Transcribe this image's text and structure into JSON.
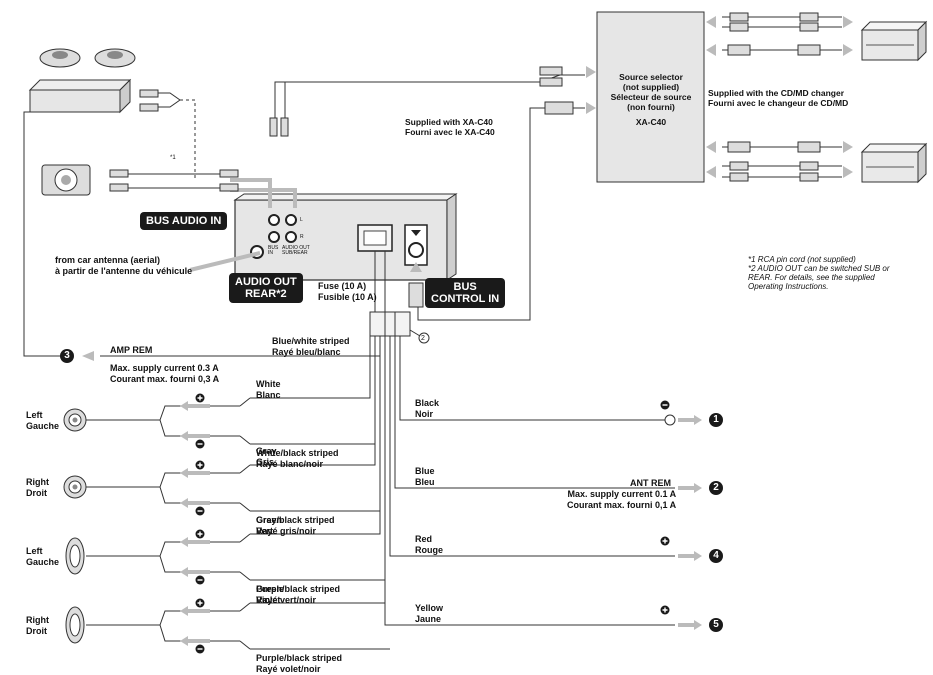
{
  "labels": {
    "source_selector": [
      "Source selector",
      "(not supplied)",
      "Sélecteur de source",
      "(non fourni)",
      "XA-C40"
    ],
    "supplied_xac40": [
      "Supplied with XA-C40",
      "Fourni avec le XA-C40"
    ],
    "supplied_cdmd": [
      "Supplied with the CD/MD changer",
      "Fourni avec le changeur de CD/MD"
    ],
    "bus_audio_in": "BUS AUDIO IN",
    "audio_out_rear": "AUDIO OUT",
    "audio_out_rear2": "REAR*2",
    "bus_control_in": [
      "BUS",
      "CONTROL IN"
    ],
    "antenna": [
      "from car antenna (aerial)",
      "à partir de l'antenne du véhicule"
    ],
    "fuse": [
      "Fuse (10 A)",
      "Fusible (10 A)"
    ],
    "amp_rem": "AMP REM",
    "amp_rem_current": [
      "Max. supply current 0.3 A",
      "Courant max. fourni 0,3 A"
    ],
    "blue_white": [
      "Blue/white striped",
      "Rayé bleu/blanc"
    ],
    "ant_rem": "ANT REM",
    "ant_rem_current": [
      "Max. supply current 0.1 A",
      "Courant max. fourni 0,1 A"
    ],
    "connector_num": "2",
    "footnote_mark1": "*1",
    "jack_l": "L",
    "jack_r": "R",
    "sub_in": [
      "BUS",
      "IN"
    ],
    "audio_out_small": [
      "AUDIO OUT",
      "SUB/REAR"
    ],
    "notes": [
      "*1  RCA pin cord (not supplied)",
      "*2  AUDIO OUT can be switched SUB or",
      "     REAR. For details, see the supplied",
      "     Operating Instructions."
    ]
  },
  "speakers": [
    {
      "side": [
        "Left",
        "Gauche"
      ],
      "pos_wire": [
        "White",
        "Blanc"
      ],
      "neg_wire": [
        "White/black striped",
        "Rayé blanc/noir"
      ]
    },
    {
      "side": [
        "Right",
        "Droit"
      ],
      "pos_wire": [
        "Gray",
        "Gris"
      ],
      "neg_wire": [
        "Gray/black striped",
        "Rayé gris/noir"
      ]
    },
    {
      "side": [
        "Left",
        "Gauche"
      ],
      "pos_wire": [
        "Green",
        "Vert"
      ],
      "neg_wire": [
        "Green/black striped",
        "Rayé vert/noir"
      ]
    },
    {
      "side": [
        "Right",
        "Droit"
      ],
      "pos_wire": [
        "Purple",
        "Violet"
      ],
      "neg_wire": [
        "Purple/black striped",
        "Rayé volet/noir"
      ]
    }
  ],
  "right_wires": [
    {
      "name": [
        "Black",
        "Noir"
      ],
      "num": "1"
    },
    {
      "name": [
        "Blue",
        "Bleu"
      ],
      "num": "2"
    },
    {
      "name": [
        "Red",
        "Rouge"
      ],
      "num": "4"
    },
    {
      "name": [
        "Yellow",
        "Jaune"
      ],
      "num": "5"
    }
  ],
  "amp_num": "3",
  "icons": [
    "speaker-icon",
    "amplifier-icon",
    "subwoofer-icon",
    "rca-plug-icon",
    "cd-changer-icon",
    "arrow-icon",
    "ground-icon",
    "plus-icon",
    "minus-icon"
  ]
}
